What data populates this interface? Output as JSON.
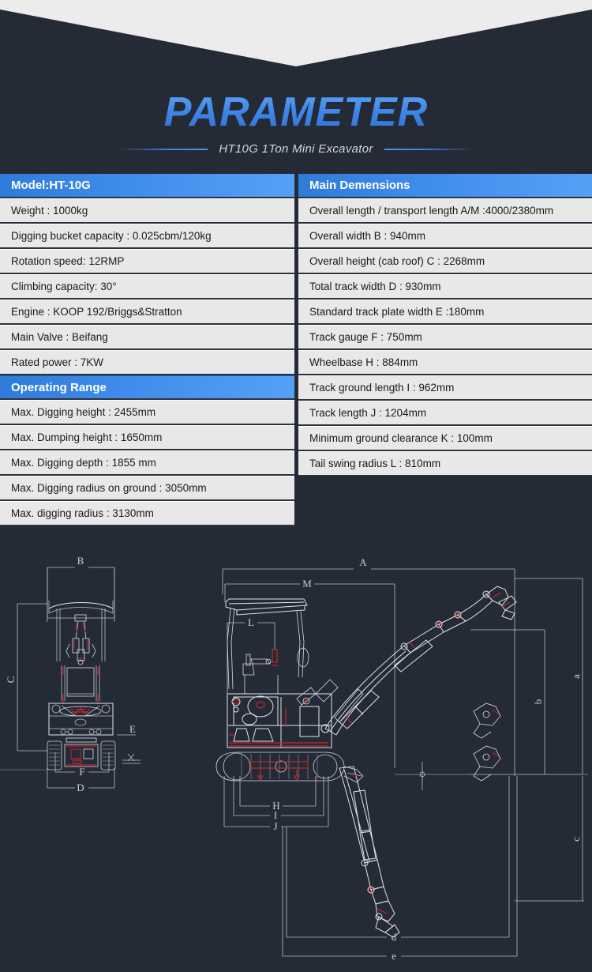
{
  "hero": {
    "title": "PARAMETER",
    "subtitle": "HT10G 1Ton Mini Excavator",
    "accent_color": "#3f86e8",
    "background_color": "#252b36",
    "chevron_color": "#ececec"
  },
  "spec_tables": {
    "left": {
      "sections": [
        {
          "header": "Model:HT-10G",
          "rows": [
            "Weight : 1000kg",
            "Digging bucket capacity : 0.025cbm/120kg",
            "Rotation speed: 12RMP",
            "Climbing capacity: 30°",
            "Engine : KOOP 192/Briggs&Stratton",
            "Main Valve : Beifang",
            "Rated power : 7KW"
          ]
        },
        {
          "header": "Operating Range",
          "rows": [
            "Max. Digging height : 2455mm",
            "Max. Dumping height : 1650mm",
            "Max. Digging depth : 1855 mm",
            "Max. Digging radius on ground : 3050mm",
            "Max. digging radius : 3130mm"
          ]
        }
      ]
    },
    "right": {
      "sections": [
        {
          "header": "Main Demensions",
          "rows": [
            "Overall length / transport length A/M :4000/2380mm",
            "Overall width  B : 940mm",
            "Overall height (cab roof) C : 2268mm",
            "Total track width D : 930mm",
            "Standard track plate width E :180mm",
            "Track gauge F : 750mm",
            "Wheelbase H : 884mm",
            "Track ground length I : 962mm",
            "Track length J : 1204mm",
            "Minimum ground clearance K : 100mm",
            "Tail swing radius L : 810mm"
          ]
        }
      ]
    }
  },
  "drawing": {
    "front_view_labels": [
      "B",
      "C",
      "D",
      "E",
      "F"
    ],
    "side_view_labels": [
      "A",
      "M",
      "L",
      "H",
      "I",
      "J",
      "a",
      "b",
      "c",
      "d",
      "e"
    ],
    "line_color": "#d6dae2",
    "accent_color": "#c0272d",
    "background_color": "#252b36"
  }
}
